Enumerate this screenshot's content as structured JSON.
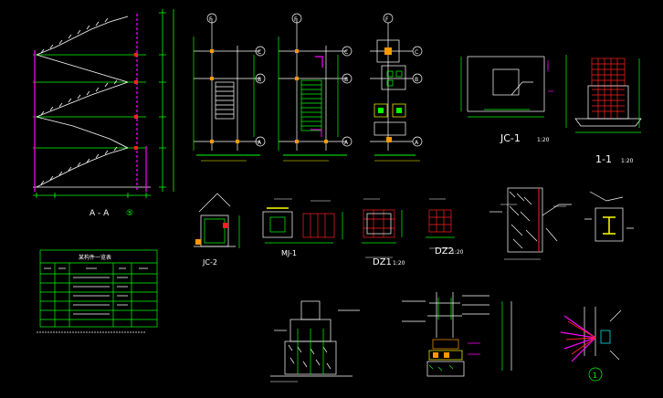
{
  "colors": {
    "background": "#000000",
    "line": "#ffffff",
    "accent_green": "#00ff00",
    "accent_red": "#ff2020",
    "accent_yellow": "#ffff00",
    "accent_magenta": "#ff00ff",
    "accent_cyan": "#00ffff",
    "accent_orange": "#ff9900"
  },
  "labels": {
    "section_aa": "A - A",
    "section_aa_mark": "⑤",
    "grid_f": "F",
    "grid_c": "C",
    "grid_b": "B",
    "grid_a": "A",
    "jc1": "JC-1",
    "jc1_scale": "1:20",
    "sec11": "1-1",
    "sec11_scale": "1:20",
    "jc2": "JC-2",
    "mj1": "MJ-1",
    "dz1": "DZ1",
    "dz1_scale": "1:20",
    "dz2": "DZ2",
    "dz2_scale": "1:20",
    "bottom_mark": "1"
  },
  "table": {
    "title": "某构件一览表",
    "rows": 7
  }
}
